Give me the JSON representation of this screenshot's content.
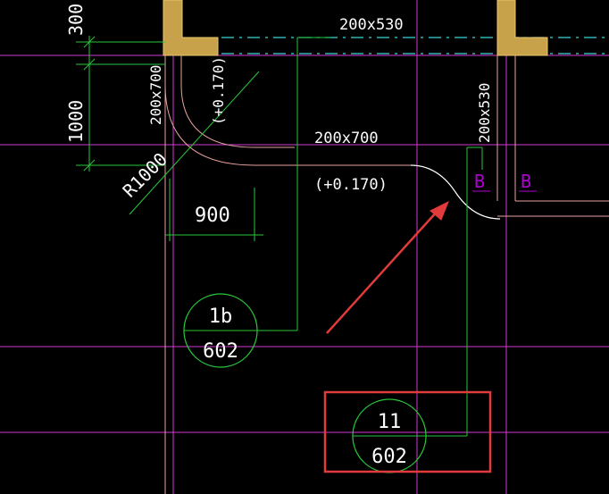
{
  "colors": {
    "background": "#000000",
    "axis": "#d23ad2",
    "dim": "#27c83a",
    "beam": "#e8a0a0",
    "dashed_cyan": "#3bd6d6",
    "column_fill": "#c8a24a",
    "text": "#ffffff",
    "arrow": "#e23b3b",
    "highlight_box": "#e23b3b",
    "detail_tag": "#b000d0"
  },
  "labels": {
    "dim_300": "300",
    "dim_1000": "1000",
    "dim_900": "900",
    "radius": "R1000",
    "beam_top": "200x530",
    "beam_left": "200x700",
    "elev_left": "(+0.170)",
    "beam_mid": "200x700",
    "elev_mid": "(+0.170)",
    "beam_right": "200x530",
    "tag_b1": "B",
    "tag_b2": "B"
  },
  "callouts": {
    "left": {
      "top": "1b",
      "bottom": "602"
    },
    "right": {
      "top": "11",
      "bottom": "602"
    }
  },
  "icons": [
    "arrow-annotation",
    "highlight-box"
  ]
}
